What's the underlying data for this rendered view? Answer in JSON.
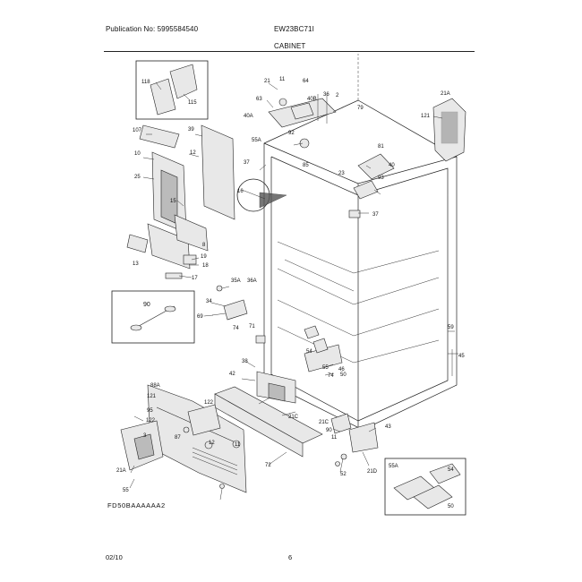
{
  "header": {
    "publication": "Publication No: 5995584540",
    "model": "EW23BC71I",
    "section_title": "CABINET"
  },
  "footer": {
    "code": "FD50BAAAAAA2",
    "date": "02/10",
    "page": "6"
  },
  "callouts": [
    "118",
    "115",
    "107",
    "39",
    "10",
    "12",
    "25",
    "16",
    "15",
    "8",
    "13",
    "17",
    "18",
    "19",
    "21",
    "11",
    "64",
    "63",
    "40A",
    "40B",
    "36",
    "2",
    "79",
    "21A",
    "121",
    "81",
    "92",
    "55A",
    "37",
    "85",
    "23",
    "40",
    "93",
    "37",
    "90",
    "35A",
    "36A",
    "34",
    "69",
    "74",
    "71",
    "38",
    "59",
    "55",
    "74",
    "42",
    "46",
    "45",
    "54",
    "50",
    "88A",
    "121",
    "95",
    "122",
    "122",
    "87",
    "3",
    "21A",
    "12",
    "72",
    "11",
    "21C",
    "21C",
    "90",
    "11",
    "21D",
    "43",
    "52",
    "55A",
    "54",
    "50",
    "55"
  ]
}
